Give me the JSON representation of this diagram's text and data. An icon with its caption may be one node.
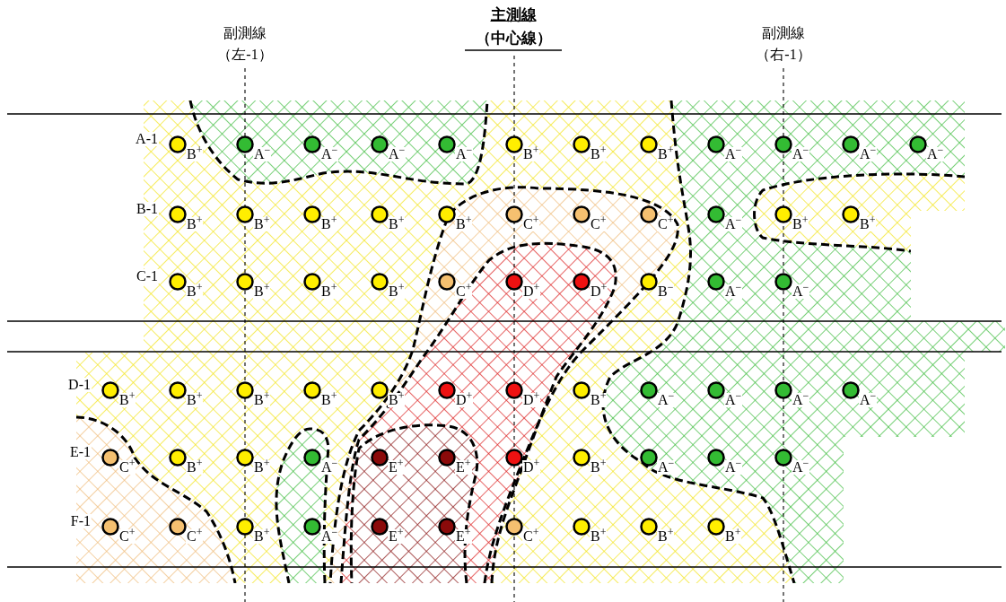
{
  "diagram": {
    "labels": [
      "主測線",
      "副測線",
      "（中心線）",
      "副測線",
      "（左-1）",
      "（右-1）",
      "A-1",
      "B$^{+}$",
      "A$^{−}$",
      "A$^{−}$",
      "A$^{−}$",
      "A$^{−}$",
      "B$^{+}$",
      "B$^{+}$",
      "B$^{+}$",
      "A$^{−}$",
      "A$^{−}$",
      "A$^{−}$",
      "A$^{−}$",
      "B-1",
      "B$^{+}$",
      "B$^{+}$",
      "B$^{+}$",
      "B$^{+}$",
      "B$^{+}$",
      "C$^{+}$",
      "C$^{+}$",
      "C$^{+}$",
      "A$^{−}$",
      "B$^{+}$",
      "B$^{+}$",
      "C-1",
      "B$^{+}$",
      "B$^{+}$",
      "B$^{+}$",
      "B$^{+}$",
      "C$^{+}$",
      "D$^{+}$",
      "D$^{+}$",
      "B$^{−}$",
      "A$^{−}$",
      "A$^{−}$",
      "D-1",
      "B$^{+}$",
      "B$^{+}$",
      "B$^{+}$",
      "B$^{+}$",
      "B$^{+}$",
      "D$^{+}$",
      "D$^{+}$",
      "B$^{+}$",
      "A$^{−}$",
      "A$^{−}$",
      "A$^{−}$",
      "A$^{−}$",
      "E-1",
      "C$^{+}$",
      "B$^{+}$",
      "B$^{+}$",
      "A$^{−}$",
      "E$^{+}$",
      "E$^{+}$",
      "D$^{+}$",
      "B$^{+}$",
      "A$^{−}$",
      "A$^{−}$",
      "A$^{−}$",
      "F-1",
      "C$^{+}$",
      "C$^{+}$",
      "B$^{+}$",
      "A$^{−}$",
      "E$^{+}$",
      "E$^{+}$",
      "C$^{+}$",
      "B$^{+}$",
      "B$^{+}$",
      "B$^{+}$"
    ]
  }
}
